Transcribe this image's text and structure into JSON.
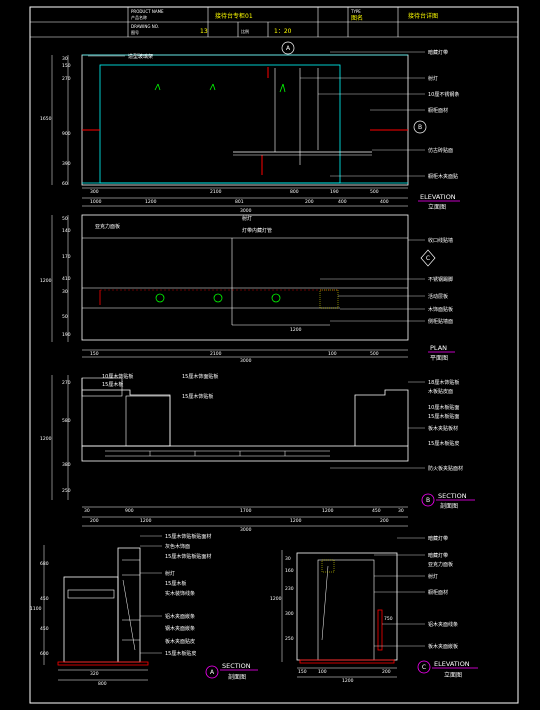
{
  "title_block": {
    "product_name_label": "PRODUCT NAME",
    "product_name_cn": "产品名称",
    "product_name": "接待台专柜01",
    "drawing_no_label": "DRAWING NO.",
    "drawing_no_cn": "图号",
    "drawing_no": "13",
    "scale_cn": "比例",
    "scale": "1：20",
    "type_label": "TYPE",
    "type_cn": "图名",
    "type_value": "接待台详图"
  },
  "colors": {
    "background": "#000000",
    "frame": "#ffffff",
    "outline": "#ffffff",
    "cabinet": "#00ffff",
    "title_text": "#ffff00",
    "accent_red": "#ff0000",
    "leader_green": "#00ff00",
    "underline_magenta": "#ff00ff",
    "hatch": "#ffff00"
  },
  "views": {
    "elevation": {
      "title": "ELEVATION",
      "subtitle": "立面图",
      "markers": [
        "A",
        "B"
      ],
      "labels": [
        "造型玻璃架",
        "暗藏灯带",
        "射灯",
        "10厘不锈钢条",
        "橱柜面材",
        "仿古砖贴面",
        "橱柜木夹面贴"
      ],
      "dim_left": [
        "30",
        "150",
        "270",
        "900",
        "390",
        "1650",
        "60"
      ],
      "dim_top": [
        "300",
        "2100",
        "800",
        "190",
        "500"
      ],
      "dim_bottom": [
        "1000",
        "1200",
        "801",
        "200",
        "400",
        "400",
        "3000"
      ]
    },
    "plan": {
      "title": "PLAN",
      "subtitle": "平面图",
      "markers": [
        "C"
      ],
      "labels": [
        "亚克力面板",
        "射灯",
        "灯带内藏灯管",
        "收口线贴墙",
        "不锈钢踢脚",
        "活动层板",
        "木饰面贴板",
        "侧柜贴墙面"
      ],
      "dim_left": [
        "50",
        "140",
        "170",
        "410",
        "30",
        "1200",
        "50",
        "190"
      ],
      "dim_inner": [
        "1200"
      ],
      "dim_bottom": [
        "150",
        "2100",
        "100",
        "500",
        "3000"
      ]
    },
    "section_b": {
      "title": "SECTION",
      "subtitle": "剖面图",
      "markers": [
        "B"
      ],
      "labels_left": [
        "10厘木饰贴板",
        "15厘木板",
        "15厘木饰面贴板",
        "15厘木饰贴板"
      ],
      "labels_right": [
        "18厘木饰贴板",
        "木板贴皮面",
        "10厘木板贴面",
        "15厘木板贴面",
        "板木夹贴板材",
        "15厘木板贴皮",
        "防火板夹贴面材"
      ],
      "dim_left": [
        "270",
        "580",
        "1200",
        "380",
        "250"
      ],
      "dim_bottom_top": [
        "30",
        "900",
        "1700",
        "1200",
        "450",
        "30"
      ],
      "dim_bottom": [
        "200",
        "1200",
        "1200",
        "200",
        "3000"
      ]
    },
    "section_a": {
      "title": "SECTION",
      "subtitle": "剖面图",
      "markers": [
        "A"
      ],
      "labels": [
        "15厘木饰贴板贴面材",
        "灰色木饰面",
        "15厘木饰贴板贴面材",
        "射灯",
        "15厘木板",
        "实木装饰线条",
        "铝木夹面嵌条",
        "钢木夹面嵌条",
        "板木夹面贴皮",
        "15厘木板贴皮"
      ],
      "dim_left": [
        "1100",
        "680",
        "450",
        "450",
        "600"
      ],
      "dim_bottom": [
        "320",
        "800"
      ]
    },
    "elevation_c": {
      "title": "ELEVATION",
      "subtitle": "立面图",
      "markers": [
        "C"
      ],
      "labels": [
        "暗藏灯带",
        "暗藏灯带",
        "亚克力面板",
        "射灯",
        "橱柜面材",
        "铝木夹面线条",
        "板木夹面嵌板"
      ],
      "dim_left": [
        "30",
        "160",
        "230",
        "300",
        "250",
        "1200"
      ],
      "dim_inner": [
        "750"
      ],
      "dim_bottom": [
        "150",
        "100",
        "1200",
        "200"
      ]
    }
  }
}
